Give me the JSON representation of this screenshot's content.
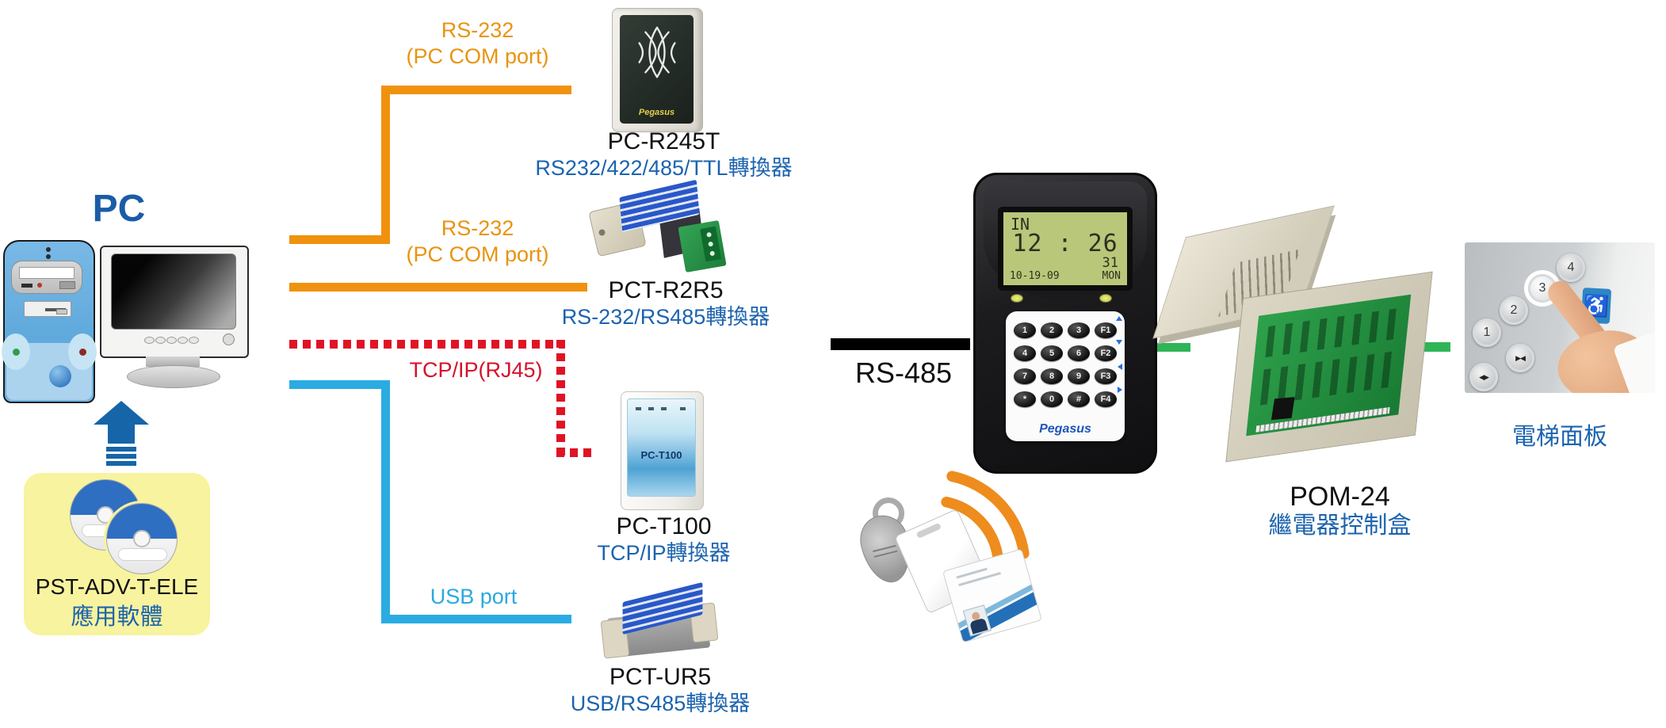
{
  "brand": "Pegasus",
  "pc": {
    "title": "PC",
    "software_name": "PST-ADV-T-ELE",
    "software_desc": "應用軟體"
  },
  "links": {
    "rs232_top_l1": "RS-232",
    "rs232_top_l2": "(PC COM port)",
    "rs232_mid_l1": "RS-232",
    "rs232_mid_l2": "(PC COM port)",
    "tcpip": "TCP/IP(RJ45)",
    "usb": "USB port",
    "rs485": "RS-485"
  },
  "colors": {
    "orange_line": "#F0920E",
    "red_line": "#E01325",
    "cyan_line": "#2AACE2",
    "green_line": "#2FB457",
    "black_line": "#000000",
    "blue_text": "#1C63AE"
  },
  "converters": [
    {
      "model": "PC-R245T",
      "desc": "RS232/422/485/TTL轉換器"
    },
    {
      "model": "PCT-R2R5",
      "desc": "RS-232/RS485轉換器"
    },
    {
      "model": "PC-T100",
      "desc": "TCP/IP轉換器"
    },
    {
      "model": "PCT-UR5",
      "desc": "USB/RS485轉換器"
    }
  ],
  "controller": {
    "lcd": {
      "mode": "IN",
      "time": "12 : 26",
      "day": "31",
      "date": "10-19-09",
      "weekday": "MON"
    },
    "keys": [
      [
        "1",
        "2",
        "3",
        "F1"
      ],
      [
        "4",
        "5",
        "6",
        "F2"
      ],
      [
        "7",
        "8",
        "9",
        "F3"
      ],
      [
        "*",
        "0",
        "#",
        "F4"
      ]
    ]
  },
  "relay_box": {
    "model": "POM-24",
    "desc": "繼電器控制盒"
  },
  "elevator": {
    "label": "電梯面板",
    "buttons": [
      "1",
      "2",
      "3",
      "4"
    ],
    "door_buttons": [
      "▶◀",
      "◀▶"
    ],
    "wheelchair_icon": "♿"
  }
}
